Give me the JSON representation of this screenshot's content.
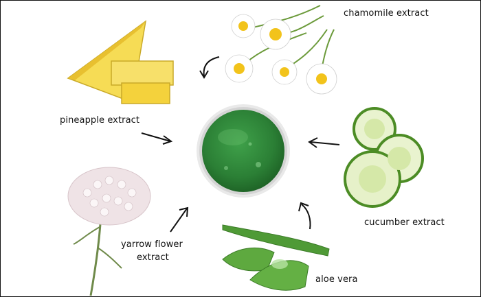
{
  "labels": {
    "chamomile": "chamomile extract",
    "pineapple": "pineapple extract",
    "cucumber": "cucumber extract",
    "yarrow_line1": "yarrow flower",
    "yarrow_line2": "extract",
    "aloe": "aloe vera"
  },
  "colors": {
    "gel_green": "#2f8a3a",
    "pineapple_yellow": "#f4d23c",
    "cucumber_green": "#6fae3a",
    "aloe_green": "#4f9a36",
    "chamomile_petal": "#ffffff",
    "chamomile_center": "#f2c31b",
    "yarrow_flower": "#efe3e6",
    "arrow": "#111111"
  },
  "icons": {
    "center": "green-gel-jar-icon",
    "chamomile": "chamomile-flowers-icon",
    "pineapple": "pineapple-slices-icon",
    "cucumber": "cucumber-slices-icon",
    "yarrow": "yarrow-flower-icon",
    "aloe": "aloe-vera-leaves-icon"
  }
}
